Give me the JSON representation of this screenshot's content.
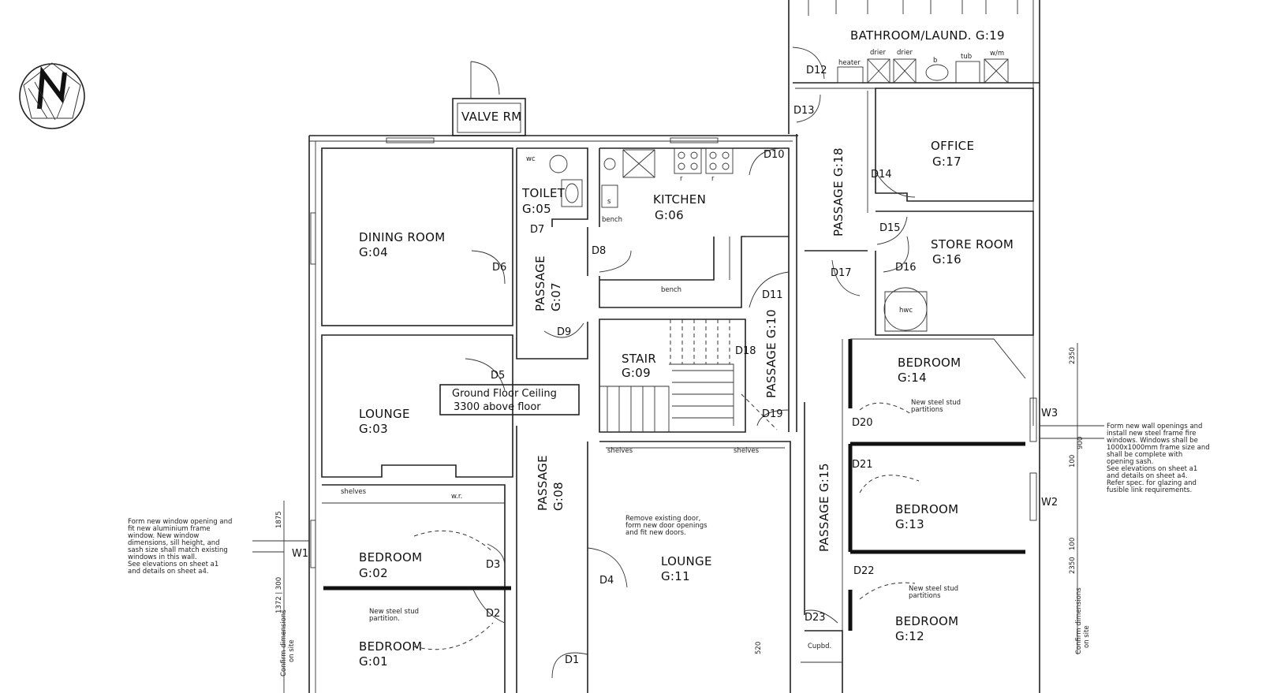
{
  "rooms": {
    "bathroom": "BATHROOM/LAUND. G:19",
    "office": "OFFICE",
    "office_code": "G:17",
    "store": "STORE ROOM",
    "store_code": "G:16",
    "valve": "VALVE RM",
    "dining": "DINING ROOM",
    "dining_code": "G:04",
    "toilet": "TOILET",
    "toilet_code": "G:05",
    "kitchen": "KITCHEN",
    "kitchen_code": "G:06",
    "passage07": "PASSAGE",
    "passage07_code": "G:07",
    "passage18": "PASSAGE G:18",
    "passage10": "PASSAGE G:10",
    "passage15": "PASSAGE G:15",
    "stair": "STAIR",
    "stair_code": "G:09",
    "lounge03": "LOUNGE",
    "lounge03_code": "G:03",
    "passage08": "PASSAGE",
    "passage08_code": "G:08",
    "lounge11": "LOUNGE",
    "lounge11_code": "G:11",
    "bed14": "BEDROOM",
    "bed14_code": "G:14",
    "bed13": "BEDROOM",
    "bed13_code": "G:13",
    "bed12": "BEDROOM",
    "bed12_code": "G:12",
    "bed02": "BEDROOM",
    "bed02_code": "G:02",
    "bed01": "BEDROOM",
    "bed01_code": "G:01",
    "cupbd": "Cupbd."
  },
  "doors": [
    "D1",
    "D2",
    "D3",
    "D4",
    "D5",
    "D6",
    "D7",
    "D8",
    "D9",
    "D10",
    "D11",
    "D12",
    "D13",
    "D14",
    "D15",
    "D16",
    "D17",
    "D18",
    "D19",
    "D20",
    "D21",
    "D22",
    "D23"
  ],
  "windows": [
    "W1",
    "W2",
    "W3"
  ],
  "ceiling_note": [
    "Ground Floor Ceiling",
    "3300 above floor"
  ],
  "fixtures": {
    "heater": "heater",
    "drier1": "drier",
    "drier2": "drier",
    "b": "b",
    "tub": "tub",
    "wm": "w/m",
    "wc": "wc",
    "bench1": "bench",
    "bench2": "bench",
    "hwc": "hwc",
    "shelves1": "shelves",
    "shelves2": "shelves",
    "shelves3": "shelves",
    "wr": "w.r.",
    "s": "s",
    "r1": "r",
    "r2": "r"
  },
  "notes": {
    "left": [
      "Form new window opening and",
      "fit new aluminium frame",
      "window. New window",
      "dimensions, sill height, and",
      "sash size shall match existing",
      "windows in this wall.",
      "See elevations on sheet a1",
      "and details on sheet a4."
    ],
    "right": [
      "Form new wall openings and",
      "install new steel frame fire",
      "windows. Windows shall be",
      "1000x1000mm frame size and",
      "shall be complete with",
      "opening sash.",
      "See elevations on sheet a1",
      "and details on sheet a4.",
      "Refer spec. for glazing and",
      "fusible link requirements."
    ],
    "lounge_door": [
      "Remove existing door,",
      "form new door openings",
      "and fit new doors."
    ],
    "stud_left": [
      "New steel stud",
      "partition."
    ],
    "stud_r14": [
      "New steel stud",
      "partitions"
    ],
    "stud_r12": [
      "New steel stud",
      "partitions"
    ],
    "dim_left": [
      "Confirm dimensions",
      "on site"
    ],
    "dim_right": [
      "Confirm dimensions",
      "on site"
    ]
  },
  "dims": {
    "d1": "1875",
    "d2": "1372 | 300",
    "d3": "2350",
    "d4": "2350",
    "d5": "100",
    "d6": "100",
    "d7": "900",
    "d8": "520"
  }
}
